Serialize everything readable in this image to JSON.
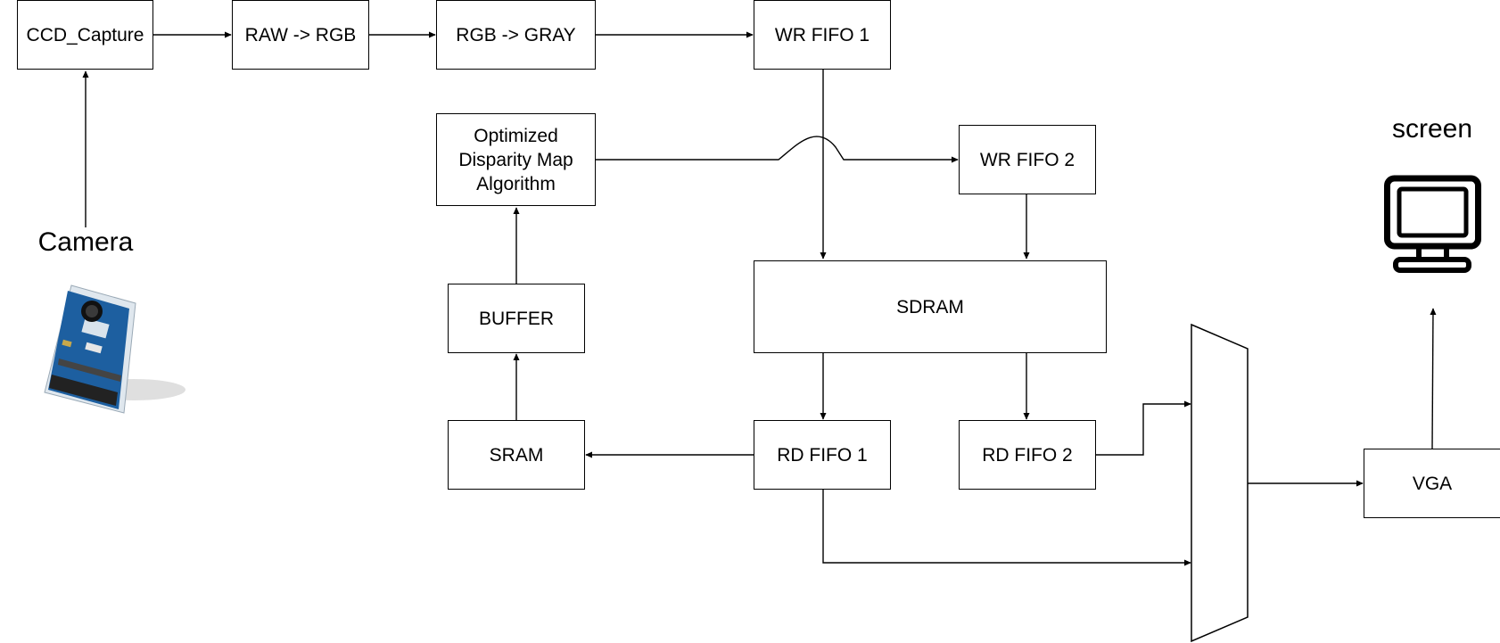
{
  "blocks": {
    "ccd_capture": "CCD_Capture",
    "raw_to_rgb": "RAW -> RGB",
    "rgb_to_gray": "RGB -> GRAY",
    "wr_fifo1": "WR FIFO 1",
    "disparity_line1": "Optimized",
    "disparity_line2": "Disparity Map",
    "disparity_line3": "Algorithm",
    "wr_fifo2": "WR FIFO 2",
    "sdram": "SDRAM",
    "buffer": "BUFFER",
    "sram": "SRAM",
    "rd_fifo1": "RD FIFO 1",
    "rd_fifo2": "RD FIFO 2",
    "vga": "VGA"
  },
  "labels": {
    "camera": "Camera",
    "screen": "screen"
  },
  "icons": {
    "camera": "camera-module-icon",
    "screen": "monitor-icon",
    "mux": "multiplexer-symbol"
  },
  "colors": {
    "line": "#000000",
    "camera_board": "#1d5fa0"
  }
}
